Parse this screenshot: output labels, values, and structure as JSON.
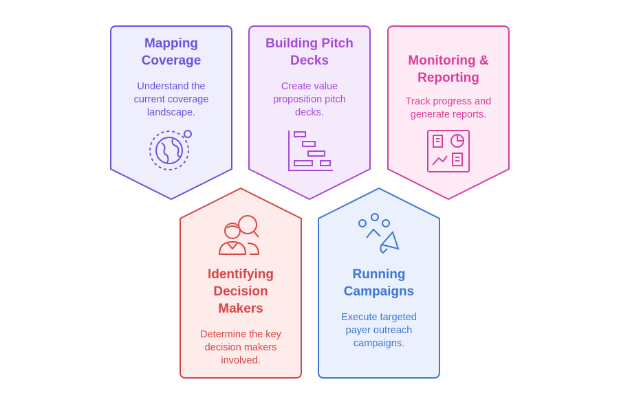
{
  "cards": [
    {
      "id": "mapping",
      "title": "Mapping\nCoverage",
      "desc": "Understand the\ncurrent coverage\nlandscape.",
      "color": "#6b52d9",
      "fill": "#efeefd",
      "icon": "globe-icon"
    },
    {
      "id": "pitch",
      "title": "Building Pitch\nDecks",
      "desc": "Create value\nproposition pitch\ndecks.",
      "color": "#a74ad6",
      "fill": "#f5eafc",
      "icon": "gantt-chart-icon"
    },
    {
      "id": "monitoring",
      "title": "Monitoring &\nReporting",
      "desc": "Track progress and\ngenerate reports.",
      "color": "#d6409a",
      "fill": "#fdeaf4",
      "icon": "dashboard-icon"
    },
    {
      "id": "identifying",
      "title": "Identifying\nDecision\nMakers",
      "desc": "Determine the key\ndecision makers\ninvolved.",
      "color": "#d64545",
      "fill": "#fdecea",
      "icon": "people-search-icon"
    },
    {
      "id": "campaigns",
      "title": "Running\nCampaigns",
      "desc": "Execute targeted\npayer outreach\ncampaigns.",
      "color": "#3f74d6",
      "fill": "#eaf1fc",
      "icon": "megaphone-icon"
    }
  ]
}
